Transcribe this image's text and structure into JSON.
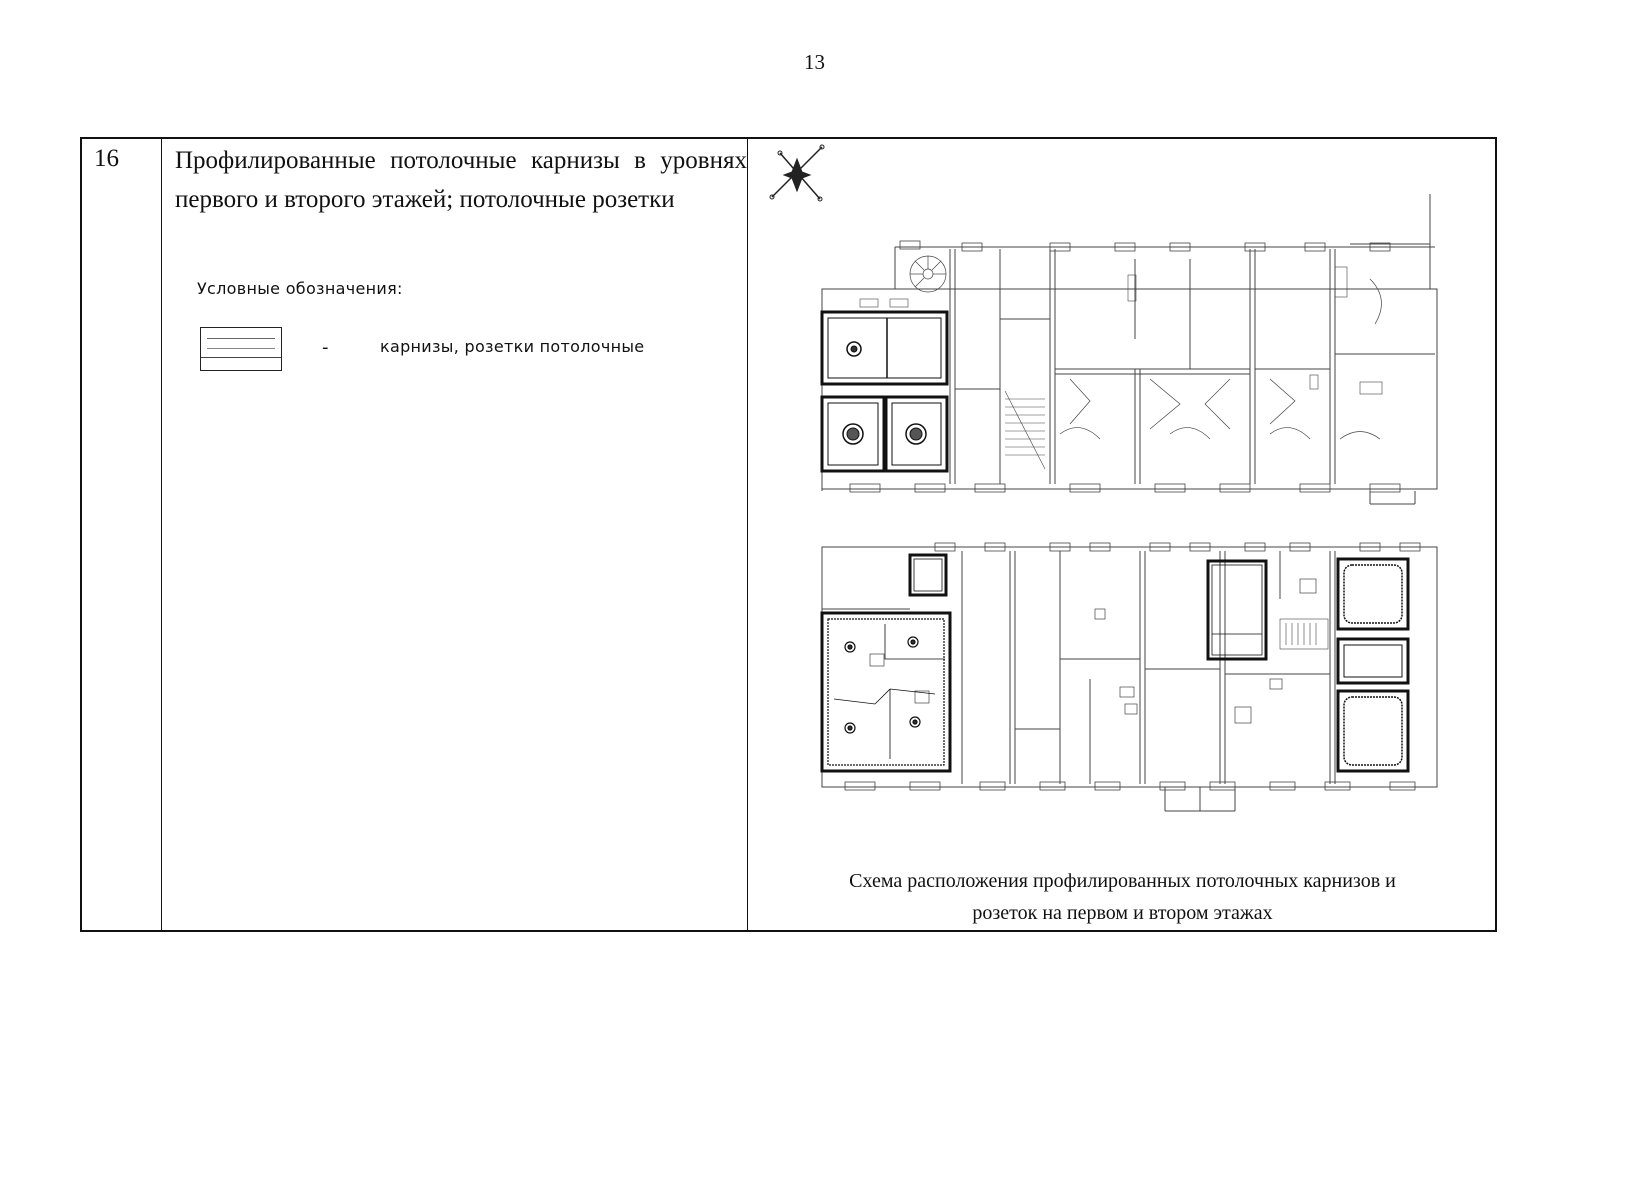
{
  "page": {
    "number": "13"
  },
  "row": {
    "number": "16",
    "title": "Профилированные потолочные карнизы в уровнях первого и второго этажей; потолочные розетки"
  },
  "legend": {
    "heading": "Условные обозначения:",
    "dash": "-",
    "item_label": "карнизы, розетки потолочные"
  },
  "figure": {
    "caption_line1": "Схема расположения профилированных потолочных карнизов и",
    "caption_line2": "розеток на первом и втором этажах",
    "icons": [
      "compass-rose-icon",
      "ceiling-rosette-icon",
      "spiral-stair-icon"
    ],
    "line_color": "#333333"
  }
}
